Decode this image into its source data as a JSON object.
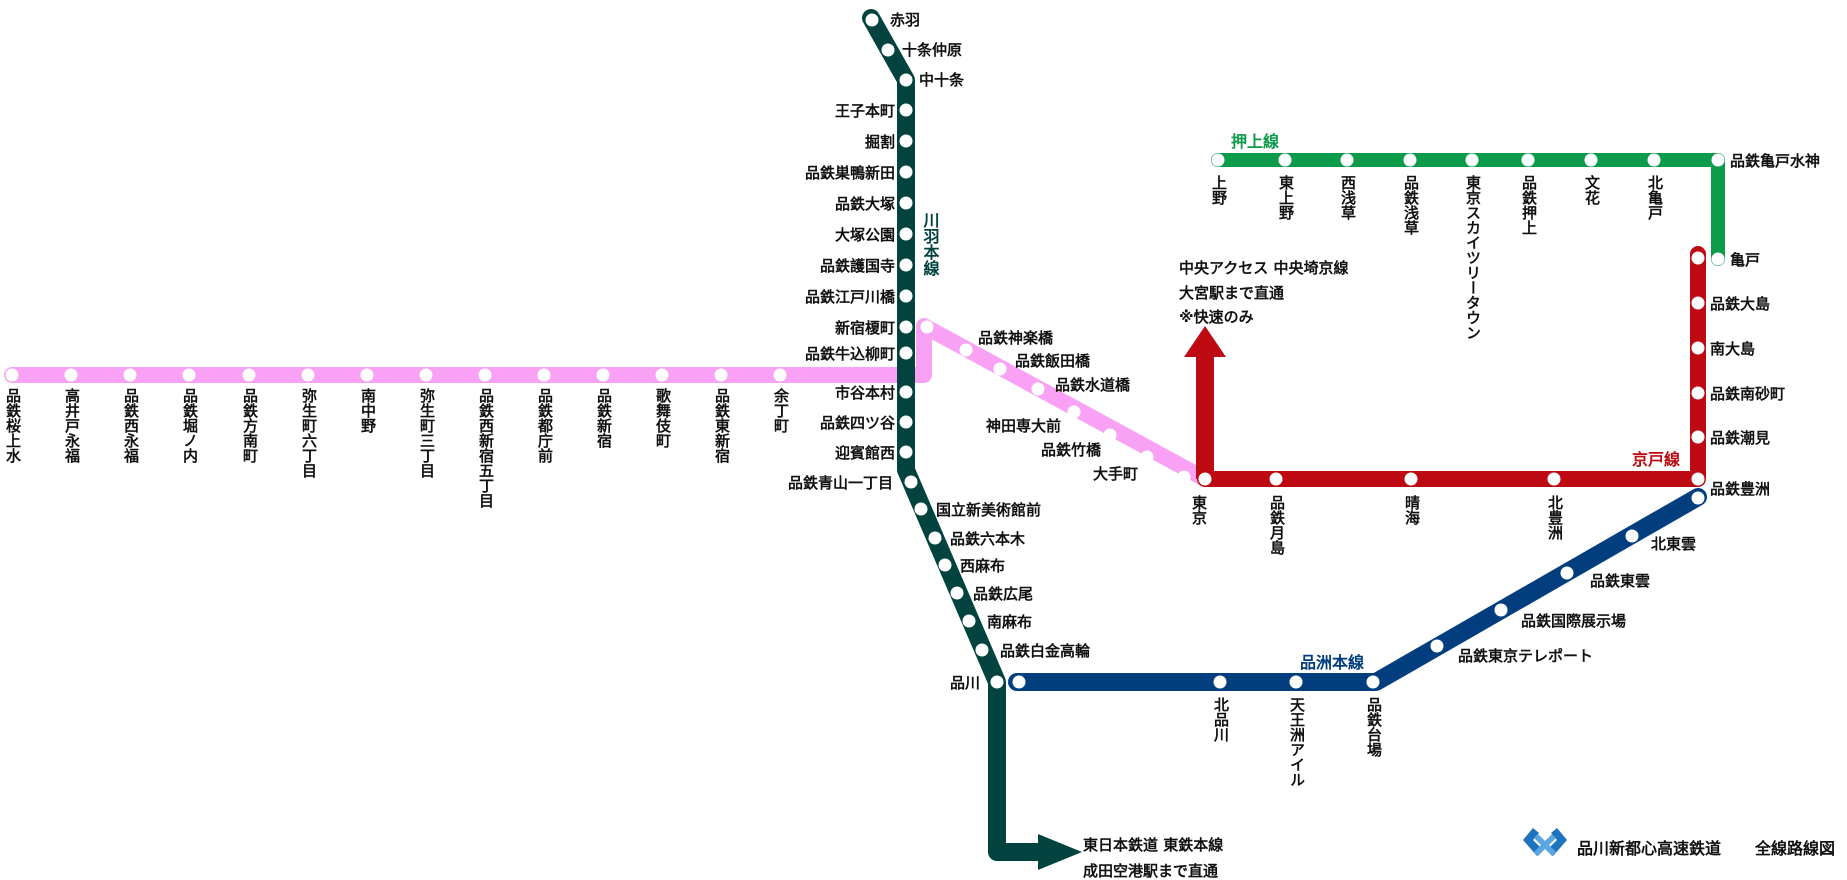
{
  "brand": {
    "name": "品川新都心高速鉄道",
    "title": "全線路線図",
    "logo_icon": "company-logo-icon"
  },
  "lines": {
    "kawaba": {
      "name": "川羽本線",
      "color": "#02433f",
      "stations": [
        "赤羽",
        "十条仲原",
        "中十条",
        "王子本町",
        "掘割",
        "品鉄巣鴨新田",
        "品鉄大塚",
        "大塚公園",
        "品鉄護国寺",
        "品鉄江戸川橋",
        "新宿榎町",
        "品鉄牛込柳町",
        "市谷本村",
        "品鉄四ツ谷",
        "迎賓館西",
        "品鉄青山一丁目",
        "国立新美術館前",
        "品鉄六本木",
        "西麻布",
        "品鉄広尾",
        "南麻布",
        "品鉄白金高輪",
        "品川"
      ],
      "note": [
        "東日本鉄道 東鉄本線",
        "成田空港駅まで直通"
      ]
    },
    "pink": {
      "color": "#f9a2f5",
      "west_stations": [
        "品鉄桜上水",
        "高井戸永福",
        "品鉄西永福",
        "品鉄堀ノ内",
        "品鉄方南町",
        "弥生町六丁目",
        "南中野",
        "弥生町三丁目",
        "品鉄西新宿五丁目",
        "品鉄都庁前",
        "品鉄新宿",
        "歌舞伎町",
        "品鉄東新宿",
        "余丁町"
      ],
      "east_stations": [
        "品鉄神楽橋",
        "品鉄飯田橋",
        "品鉄水道橋",
        "神田専大前",
        "品鉄竹橋",
        "大手町"
      ]
    },
    "oshiage": {
      "name": "押上線",
      "color": "#0c9b4a",
      "stations": [
        "上野",
        "東上野",
        "西浅草",
        "品鉄浅草",
        "東京スカイツリータウン",
        "品鉄押上",
        "文花",
        "北亀戸",
        "品鉄亀戸水神",
        "亀戸"
      ]
    },
    "keiyo": {
      "name": "京戸線",
      "color": "#bd0a13",
      "stations": [
        "東京",
        "品鉄月島",
        "晴海",
        "北豊洲",
        "品鉄豊洲",
        "品鉄潮見",
        "品鉄南砂町",
        "南大島",
        "品鉄大島"
      ],
      "note": [
        "中央アクセス 中央埼京線",
        "大宮駅まで直通",
        "※快速のみ"
      ]
    },
    "shinagawa": {
      "name": "品洲本線",
      "color": "#023e7e",
      "stations": [
        "北品川",
        "天王洲アイル",
        "品鉄台場",
        "品鉄東京テレポート",
        "品鉄国際展示場",
        "品鉄東雲",
        "北東雲"
      ]
    }
  }
}
